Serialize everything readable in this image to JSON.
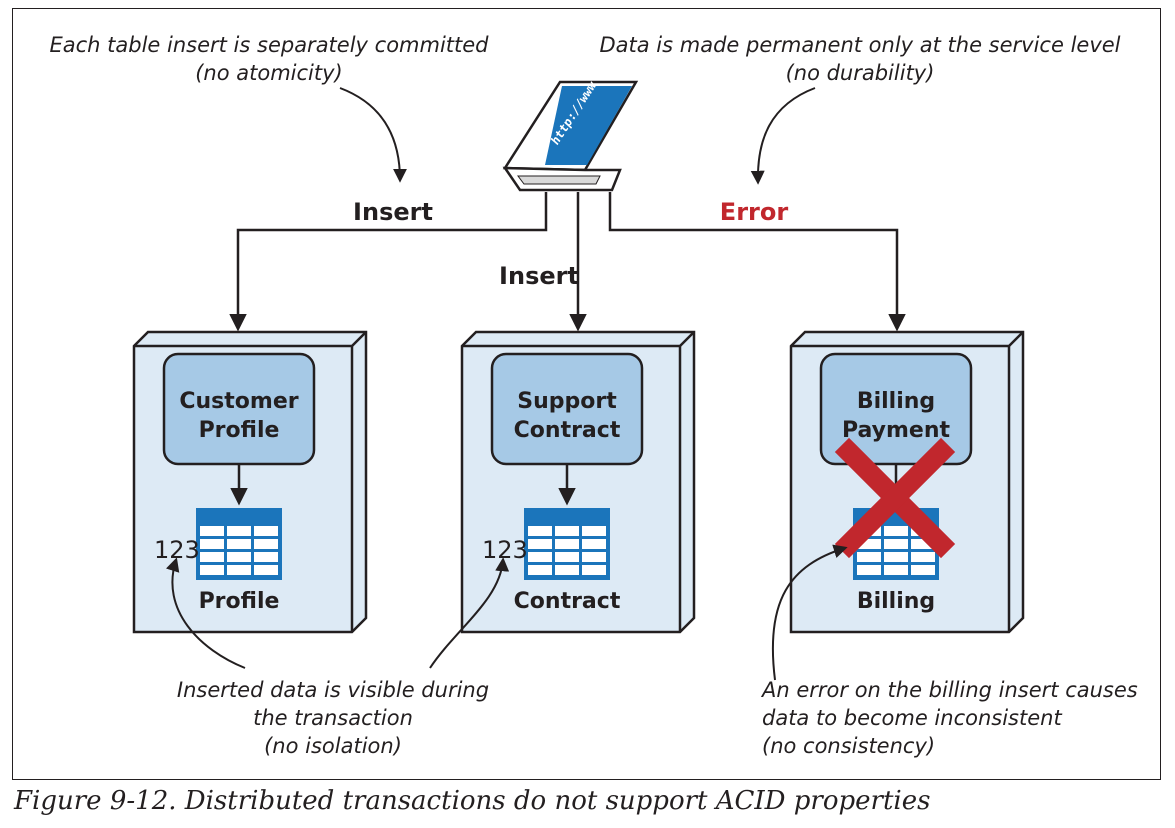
{
  "annotations": {
    "atomicity_line1": "Each table insert is separately committed",
    "atomicity_line2": "(no atomicity)",
    "durability_line1": "Data is made permanent only at the service level",
    "durability_line2": "(no durability)",
    "isolation_line1": "Inserted data is visible during",
    "isolation_line2": "the transaction",
    "isolation_line3": "(no isolation)",
    "consistency_line1": "An error on the billing insert causes",
    "consistency_line2": "data to become inconsistent",
    "consistency_line3": "(no consistency)"
  },
  "client": {
    "screen_text": "http://www"
  },
  "flows": {
    "left_label": "Insert",
    "middle_label": "Insert",
    "right_label": "Error"
  },
  "services": [
    {
      "name_line1": "Customer",
      "name_line2": "Profile",
      "table": "Profile",
      "value": "123"
    },
    {
      "name_line1": "Support",
      "name_line2": "Contract",
      "table": "Contract",
      "value": "123"
    },
    {
      "name_line1": "Billing",
      "name_line2": "Payment",
      "table": "Billing"
    }
  ],
  "caption": "Figure 9-12. Distributed transactions do not support ACID properties",
  "colors": {
    "box_fill": "#ddeaf5",
    "service_fill": "#a6c9e6",
    "table_blue": "#1b75bb",
    "error_red": "#c1272d"
  }
}
